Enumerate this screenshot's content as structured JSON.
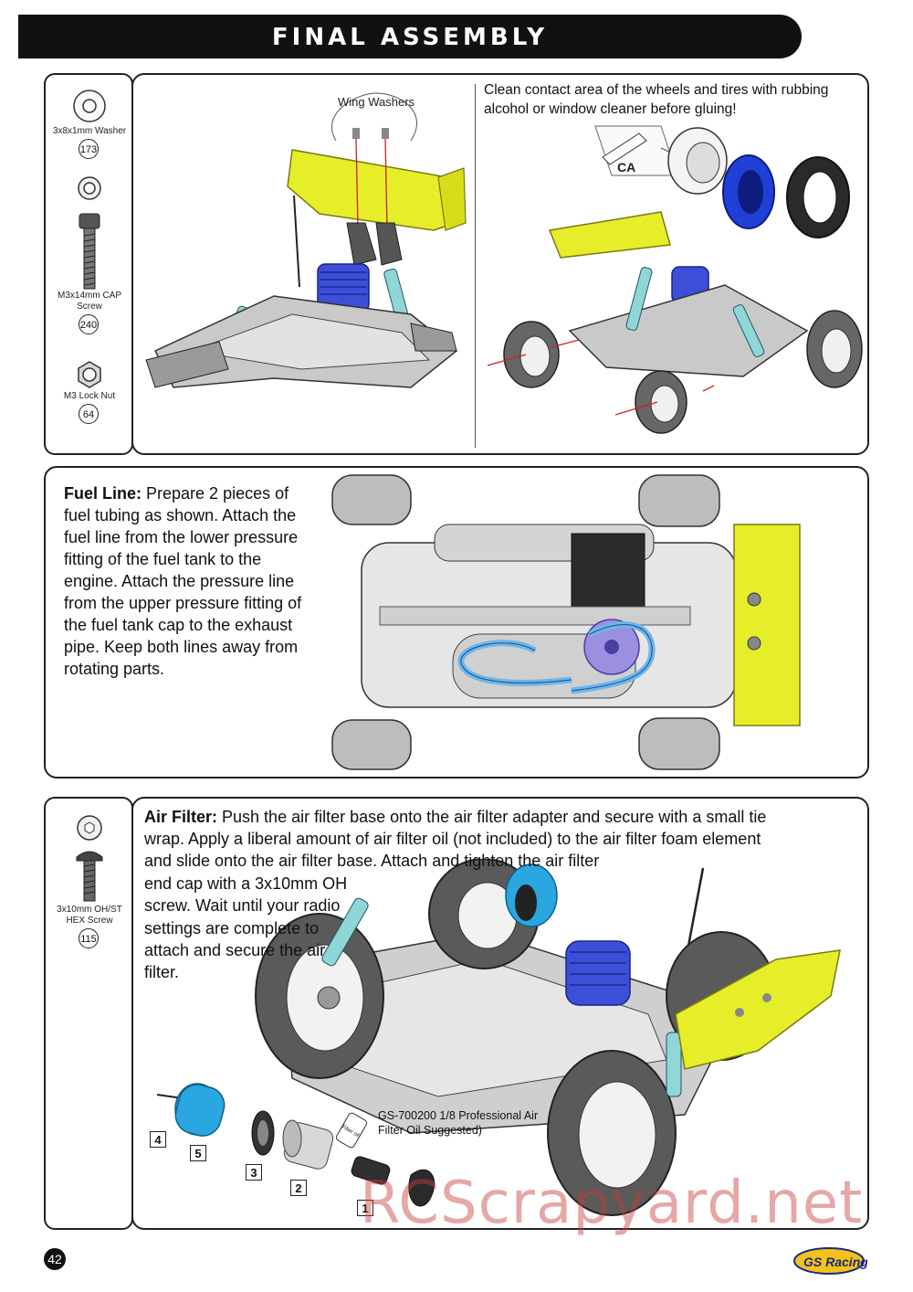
{
  "header": {
    "title": "FINAL ASSEMBLY"
  },
  "section1": {
    "parts": [
      {
        "label": "3x8x1mm Washer",
        "number": "173"
      },
      {
        "label": "M3x14mm CAP Screw",
        "number": "240"
      },
      {
        "label": "M3 Lock Nut",
        "number": "64"
      }
    ],
    "wing_washers_label": "Wing Washers",
    "tires_note": "Clean contact area of the wheels and tires with rubbing alcohol or window cleaner before gluing!",
    "ca_label": "CA"
  },
  "section2": {
    "heading": "Fuel Line:",
    "body": "Prepare 2 pieces of fuel tubing as shown. Attach the fuel line from the lower pressure fitting of the fuel tank to the engine. Attach the pressure line from the upper pressure fitting of the fuel tank cap to the exhaust pipe. Keep both lines away from rotating parts."
  },
  "section3": {
    "parts": [
      {
        "label": "3x10mm OH/ST HEX Screw",
        "number": "115"
      }
    ],
    "heading": "Air Filter:",
    "body_line1": "Push the air filter base onto the air filter adapter and secure with a small tie",
    "body_line2": "wrap. Apply a liberal amount of air filter oil (not included) to the air filter foam element",
    "body_line3": "and slide onto the air filter base. Attach and tighten the air filter",
    "body_rest": "end cap with a 3x10mm OH screw. Wait until your radio settings are complete to attach and secure the air filter.",
    "oil_note": "GS-700200 1/8 Professional Air Filter Oil Suggested)",
    "oil_bottle_label": "Filter oil",
    "steps": [
      "4",
      "5",
      "3",
      "2",
      "1"
    ]
  },
  "footer": {
    "page_number": "42",
    "watermark": "RCScrapyard.net",
    "logo_text": "GS Racing"
  },
  "colors": {
    "wing_yellow": "#e6ee2a",
    "engine_blue": "#3b4fd8",
    "filter_blue": "#2aa6e0",
    "tire_blue": "#1f3fd6",
    "fuel_line": "#6fb6e8"
  }
}
